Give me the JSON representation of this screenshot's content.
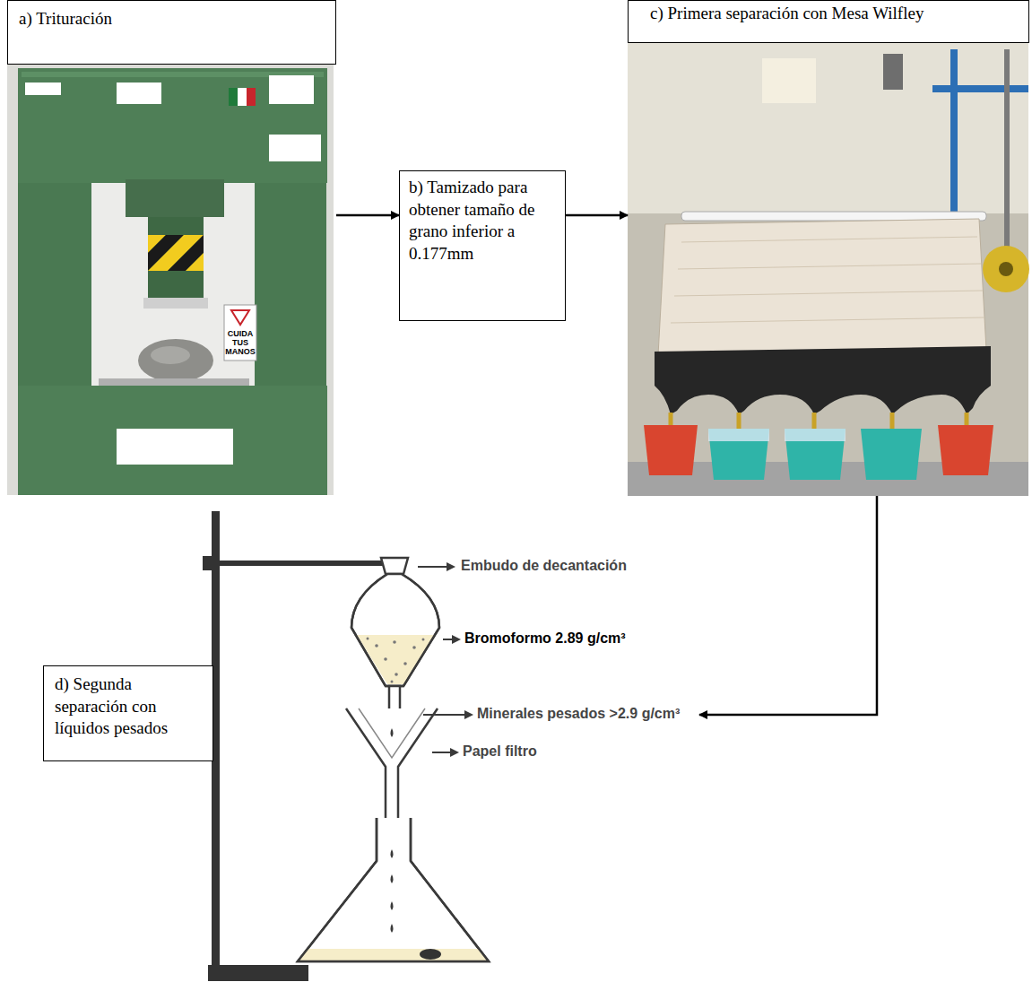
{
  "diagram": {
    "nodes": [
      {
        "text": [
          "a) Trituración"
        ]
      },
      {
        "text": [
          "b) Tamizado para obtener tamaño de grano inferior a 0.177mm"
        ]
      },
      {
        "text": [
          "c) Primera separación con Mesa Wilfley"
        ]
      },
      {
        "text": [
          "d) Segunda separación con líquidos pesados"
        ]
      }
    ],
    "edges": [
      {
        "from": 0,
        "to": 1,
        "arrow": "to"
      },
      {
        "from": 1,
        "to": 2,
        "arrow": "to"
      },
      {
        "from": 2,
        "to": 3,
        "arrow": "to"
      }
    ],
    "labels": [
      "Embudo de decantación",
      "Bromoformo 2.89 g/cm³",
      "Minerales pesados >2.9 g/cm³",
      "Papel filtro",
      "CUIDA TUS MANOS"
    ]
  }
}
